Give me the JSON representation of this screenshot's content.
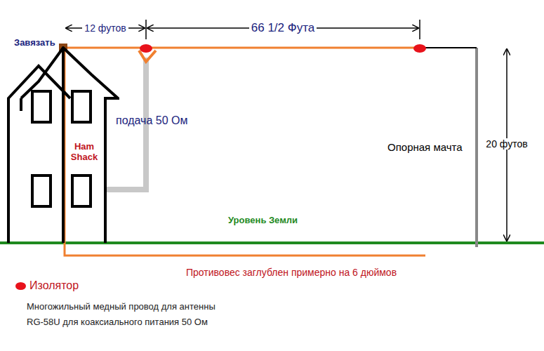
{
  "diagram": {
    "nodes": [
      {
        "text": [
          "Ham Shack"
        ]
      }
    ],
    "labels": [
      "Завязать",
      "12 футов",
      "66 1/2 Фута",
      "подача 50 Ом",
      "Опорная мачта",
      "20 футов",
      "Уровень Земли",
      "Противовес заглублен примерно на 6 дюймов",
      "Многожильный медный провод для антенны",
      "RG-58U для коаксиального питания 50 Ом"
    ],
    "legend": [
      {
        "text": "Изолятор",
        "color": "#e8121b"
      }
    ]
  }
}
